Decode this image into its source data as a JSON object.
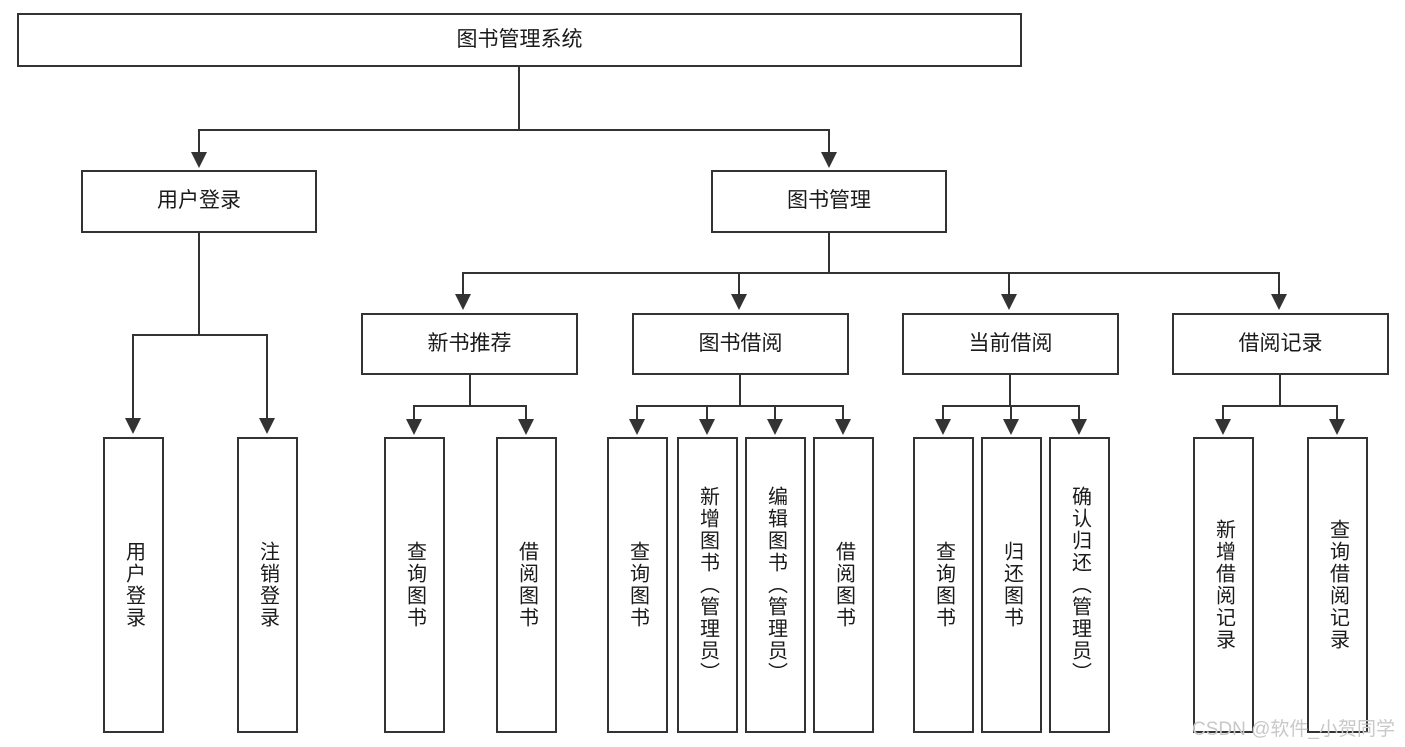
{
  "diagram": {
    "title": "图书管理系统",
    "type": "tree",
    "root": {
      "label": "图书管理系统"
    },
    "level2": [
      {
        "label": "用户登录"
      },
      {
        "label": "图书管理"
      }
    ],
    "level3": [
      {
        "label": "新书推荐"
      },
      {
        "label": "图书借阅"
      },
      {
        "label": "当前借阅"
      },
      {
        "label": "借阅记录"
      }
    ],
    "leaves": {
      "user_login": [
        {
          "label": "用户登录"
        },
        {
          "label": "注销登录"
        }
      ],
      "new_book_recommend": [
        {
          "label": "查询图书"
        },
        {
          "label": "借阅图书"
        }
      ],
      "book_borrow": [
        {
          "label": "查询图书"
        },
        {
          "label": "新增图书（管理员）"
        },
        {
          "label": "编辑图书（管理员）"
        },
        {
          "label": "借阅图书"
        }
      ],
      "current_borrow": [
        {
          "label": "查询图书"
        },
        {
          "label": "归还图书"
        },
        {
          "label": "确认归还（管理员）"
        }
      ],
      "borrow_record": [
        {
          "label": "新增借阅记录"
        },
        {
          "label": "查询借阅记录"
        }
      ]
    }
  },
  "watermark": {
    "text": "CSDN @软件_小贺同学"
  },
  "colors": {
    "stroke": "#333333",
    "box_fill": "#ffffff",
    "text": "#1a1a1a",
    "watermark": "#c8c8c8"
  }
}
